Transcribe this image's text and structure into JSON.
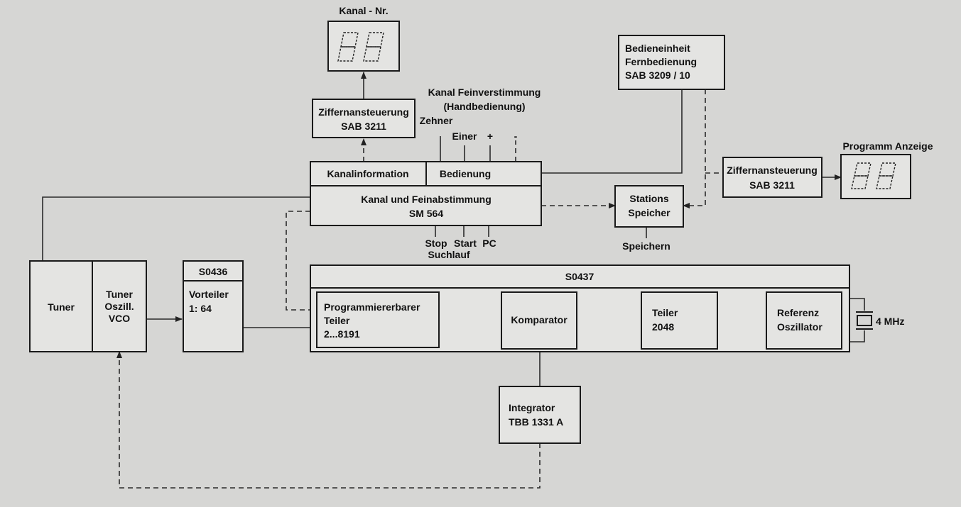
{
  "blocks": {
    "kanal_nr_display": {
      "title": "Kanal - Nr."
    },
    "ziffern_top": {
      "line1": "Ziffernansteuerung",
      "line2": "SAB  3211"
    },
    "feinverstimmung": {
      "line1": "Kanal Feinverstimmung",
      "line2": "(Handbedienung)"
    },
    "controls": {
      "zehner": "Zehner",
      "einer": "Einer",
      "plus": "+",
      "minus": "-"
    },
    "kanalinformation": {
      "label": "Kanalinformation"
    },
    "bedienung": {
      "label": "Bedienung"
    },
    "sm564": {
      "line1": "Kanal und Feinabstimmung",
      "line2": "SM 564"
    },
    "suchlauf": {
      "stop": "Stop",
      "start": "Start",
      "pc": "PC",
      "suchlauf": "Suchlauf"
    },
    "bedieneinheit": {
      "line1": "Bedieneinheit",
      "line2": "Fernbedienung",
      "line3": "SAB  3209 / 10"
    },
    "stations": {
      "line1": "Stations",
      "line2": "Speicher",
      "below": "Speichern"
    },
    "ziffern_right": {
      "line1": "Ziffernansteuerung",
      "line2": "SAB  3211"
    },
    "programm_display": {
      "title": "Programm  Anzeige"
    },
    "tuner": {
      "label": "Tuner"
    },
    "tuner_osc": {
      "line1": "Tuner",
      "line2": "Oszill.",
      "line3": "VCO"
    },
    "s0436": {
      "title": "S0436",
      "line1": "Vorteiler",
      "line2": "1: 64"
    },
    "s0437": {
      "title": "S0437"
    },
    "prog_teiler": {
      "line1": "Programmiererbarer",
      "line2": "Teiler",
      "line3": "2...8191"
    },
    "komparator": {
      "label": "Komparator"
    },
    "teiler2048": {
      "line1": "Teiler",
      "line2": "2048"
    },
    "referenz": {
      "line1": "Referenz",
      "line2": "Oszillator"
    },
    "crystal": {
      "label": "4 MHz"
    },
    "integrator": {
      "line1": "Integrator",
      "line2": "TBB 1331 A"
    }
  }
}
